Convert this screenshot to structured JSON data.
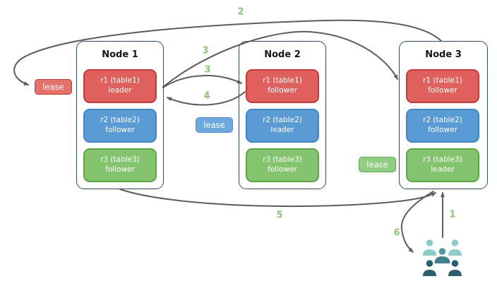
{
  "diagram": {
    "nodes": [
      {
        "title": "Node 1",
        "replicas": [
          {
            "name": "r1 (table1)",
            "role": "leader"
          },
          {
            "name": "r2 (table2)",
            "role": "follower"
          },
          {
            "name": "r3 (table3)",
            "role": "follower"
          }
        ]
      },
      {
        "title": "Node 2",
        "replicas": [
          {
            "name": "r1 (table1)",
            "role": "follower"
          },
          {
            "name": "r2 (table2)",
            "role": "leader"
          },
          {
            "name": "r3 (table3)",
            "role": "follower"
          }
        ]
      },
      {
        "title": "Node 3",
        "replicas": [
          {
            "name": "r1 (table1)",
            "role": "follower"
          },
          {
            "name": "r2 (table2)",
            "role": "follower"
          },
          {
            "name": "r3 (table3)",
            "role": "leader"
          }
        ]
      }
    ],
    "leases": [
      {
        "label": "lease",
        "color": "red"
      },
      {
        "label": "lease",
        "color": "blue"
      },
      {
        "label": "lease",
        "color": "green"
      }
    ],
    "flow_labels": {
      "s1": "1",
      "s2": "2",
      "s3a": "3",
      "s3b": "3",
      "s4": "4",
      "s5": "5",
      "s6": "6"
    },
    "icons": {
      "users": "users-group-icon"
    },
    "colors": {
      "replica_red_fill": "#e0605e",
      "replica_red_border": "#c03c3a",
      "replica_blue_fill": "#5b9bd5",
      "replica_blue_border": "#4384c4",
      "replica_green_fill": "#85c46e",
      "replica_green_border": "#5ea345",
      "lease_red_fill": "#e4716c",
      "lease_blue_fill": "#6fa8dc",
      "lease_green_fill": "#92cd84",
      "node_border": "#2d4a68",
      "arrow": "#5c5c5c",
      "flow_label_green": "#8cc578",
      "users_light": "#8fcbc7",
      "users_medium": "#4d98a3",
      "users_medium_dark": "#417f8e",
      "users_dark": "#2b5f70"
    }
  }
}
